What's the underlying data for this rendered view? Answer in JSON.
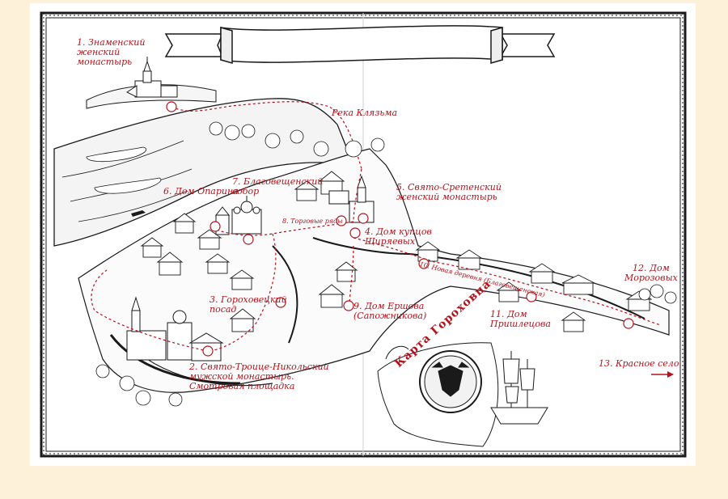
{
  "map": {
    "title": "Карта Гороховца",
    "banner_text": "",
    "river": "Река Клязьма",
    "landmarks": [
      {
        "id": 1,
        "label": "1. Знаменский\nженский\nмонастырь"
      },
      {
        "id": 2,
        "label": "2. Свято-Троице-Никольский\nмужской монастырь.\nСмотровая площадка"
      },
      {
        "id": 3,
        "label": "3. Гороховецкий\nпосад"
      },
      {
        "id": 4,
        "label": "4. Дом купцов\nЩиряевых"
      },
      {
        "id": 5,
        "label": "5. Свято-Сретенский\nженский монастырь"
      },
      {
        "id": 6,
        "label": "6. Дом Опарина"
      },
      {
        "id": 7,
        "label": "7. Благовещенский\nсобор"
      },
      {
        "id": 8,
        "label": "8. Торговые ряды"
      },
      {
        "id": 9,
        "label": "9. Дом Ершова\n(Сапожникова)"
      },
      {
        "id": 10,
        "label": "10. Новая деревня (Благовещенская)"
      },
      {
        "id": 11,
        "label": "11. Дом\nПришлецова"
      },
      {
        "id": 12,
        "label": "12. Дом\nМорозовых"
      },
      {
        "id": 13,
        "label": "13. Красное село"
      }
    ],
    "colors": {
      "accent": "#b5121b",
      "ink": "#1a1a1a",
      "page_background": "#fdf2d9",
      "paper": "#ffffff"
    }
  }
}
